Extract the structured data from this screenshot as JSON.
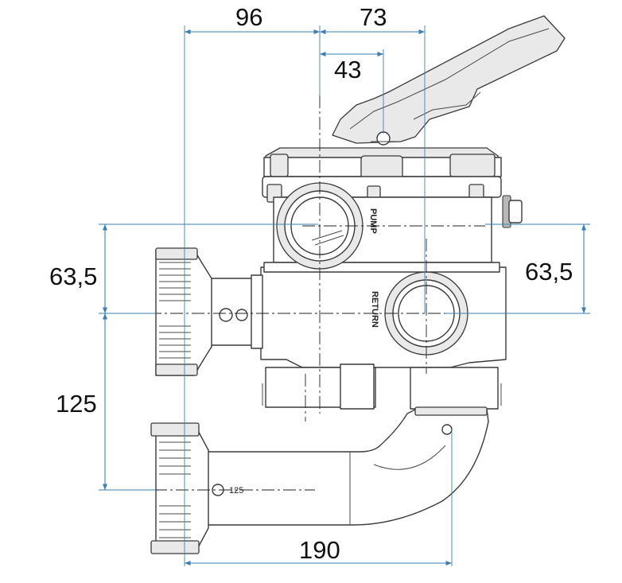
{
  "dimensions": {
    "top_left": "96",
    "top_right": "73",
    "top_inner": "43",
    "left_upper": "63,5",
    "right_upper": "63,5",
    "left_lower": "125",
    "bottom": "190"
  },
  "labels": {
    "pump": "PUMP",
    "return": "RETURN",
    "pipe_size": "125"
  },
  "colors": {
    "dimension_lines": "#3d7fb3",
    "outline": "#3a3a3a",
    "fill_light": "#e9e9e9",
    "fill_dark": "#b8b8b8"
  }
}
